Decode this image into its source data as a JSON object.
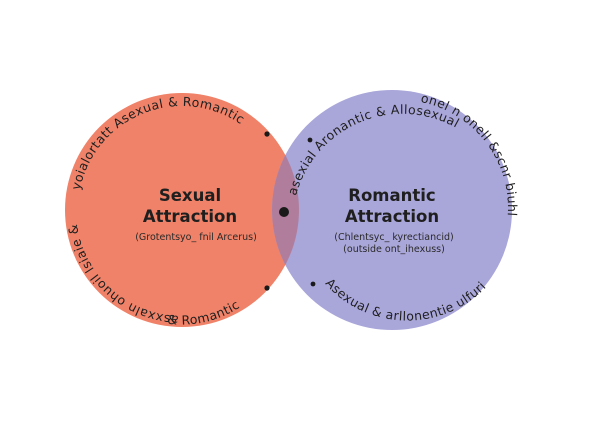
{
  "diagram": {
    "left_circle": {
      "title_line1": "Sexual",
      "title_line2": "Attraction",
      "subtitle": "(Grotentsyo_ fnil Arcerus)",
      "color": "#EF8268",
      "arc_top": "yoialortatt Asexual & Romantic",
      "arc_left": "asxxaln ohuoil lsiaie &",
      "arc_bottom": "& Romantic"
    },
    "right_circle": {
      "title_line1": "Romantic",
      "title_line2": "Attraction",
      "subtitle_line1": "(Chlentsyc_ kyrectiancid)",
      "subtitle_line2": "(outside ont_ihexuss)",
      "color": "#A9A6DA",
      "arc_top": "asexial Aronantic & Allosexual",
      "arc_right": "onel n onell &scnr biuhl",
      "arc_bottom": "Asexual & arllonentie ulfuri"
    },
    "overlap_color": "#B07E9C",
    "dot_color": "#1a1a1a"
  }
}
